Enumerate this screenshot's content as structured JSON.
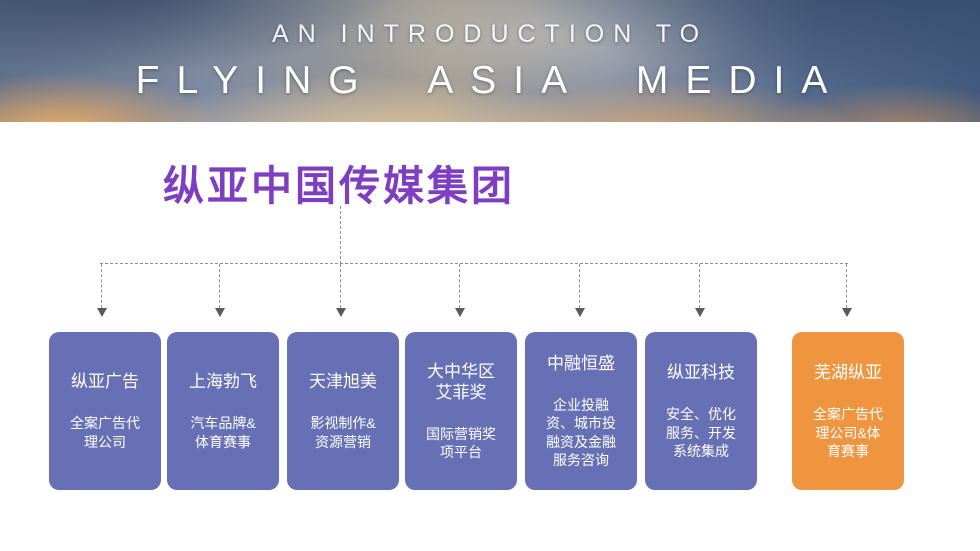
{
  "banner": {
    "line1": "AN INTRODUCTION TO",
    "line2": "FLYING ASIA MEDIA"
  },
  "page_title": "纵亚中国传媒集团",
  "org": {
    "boxes": [
      {
        "title": "纵亚广告",
        "subtitle": "全案广告代理公司",
        "accent": false
      },
      {
        "title": "上海勃飞",
        "subtitle": "汽车品牌&体育赛事",
        "accent": false
      },
      {
        "title": "天津旭美",
        "subtitle": "影视制作&资源营销",
        "accent": false
      },
      {
        "title": "大中华区艾菲奖",
        "subtitle": "国际营销奖项平台",
        "accent": false
      },
      {
        "title": "中融恒盛",
        "subtitle": "企业投融资、城市投融资及金融服务咨询",
        "accent": false
      },
      {
        "title": "纵亚科技",
        "subtitle": "安全、优化服务、开发系统集成",
        "accent": false
      },
      {
        "title": "芜湖纵亚",
        "subtitle": "全案广告代理公司&体育赛事",
        "accent": true
      }
    ]
  },
  "colors": {
    "box_purple": "#6770b5",
    "box_orange": "#f0953f",
    "title_purple": "#7d3ec2",
    "connector_gray": "#8f8f8f"
  }
}
